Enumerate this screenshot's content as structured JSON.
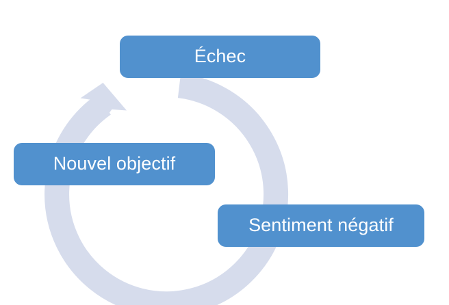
{
  "diagram": {
    "type": "cycle",
    "title": "",
    "background_color": "#ffffff",
    "node_color": "#5191ce",
    "node_text_color": "#ffffff",
    "ring_color": "#d6dcec",
    "direction": "counter-clockwise",
    "nodes": [
      {
        "id": "echec",
        "label": "Échec",
        "position": "top",
        "icon": "rounded-rectangle-shape"
      },
      {
        "id": "sentiment-negatif",
        "label": "Sentiment négatif",
        "position": "bottom-right",
        "icon": "rounded-rectangle-shape"
      },
      {
        "id": "nouvel-objectif",
        "label": "Nouvel objectif",
        "position": "left",
        "icon": "rounded-rectangle-shape"
      }
    ],
    "arrow": {
      "icon": "circular-arrow-icon",
      "head_position": "top-left",
      "head_direction": "up-right"
    }
  }
}
